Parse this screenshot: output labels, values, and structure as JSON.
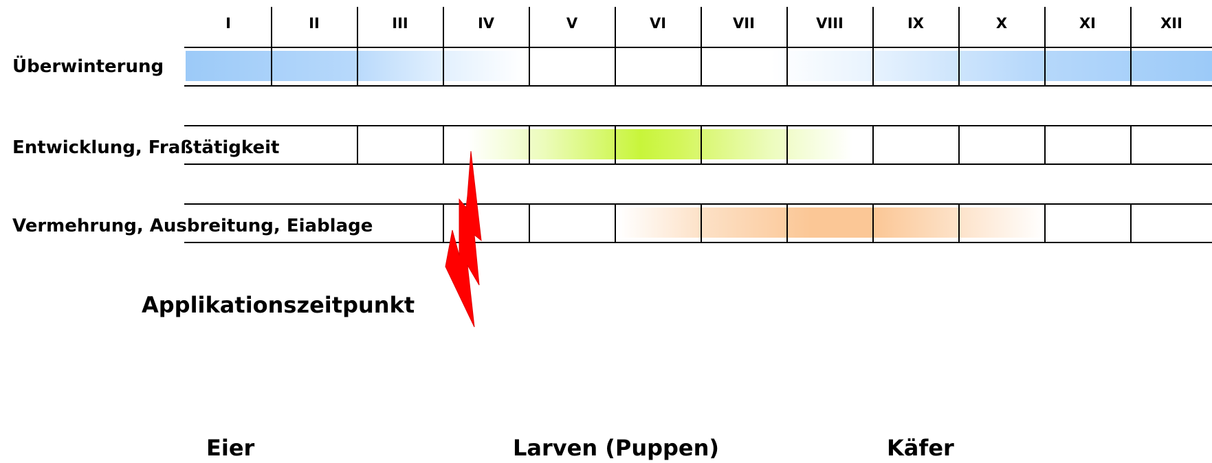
{
  "months": [
    "I",
    "II",
    "III",
    "IV",
    "V",
    "VI",
    "VII",
    "VIII",
    "IX",
    "X",
    "XI",
    "XII"
  ],
  "rows": [
    {
      "label": "Überwinterung",
      "color": "#9ccaf8"
    },
    {
      "label": "Entwicklung, Fraßtätigkeit",
      "color": "#c8f53a"
    },
    {
      "label": "Vermehrung, Ausbreitung, Eiablage",
      "color": "#fbc796"
    }
  ],
  "application_label": "Applikationszeitpunkt",
  "application_color": "#ff0000",
  "stages": [
    "Eier",
    "Larven (Puppen)",
    "Käfer"
  ]
}
